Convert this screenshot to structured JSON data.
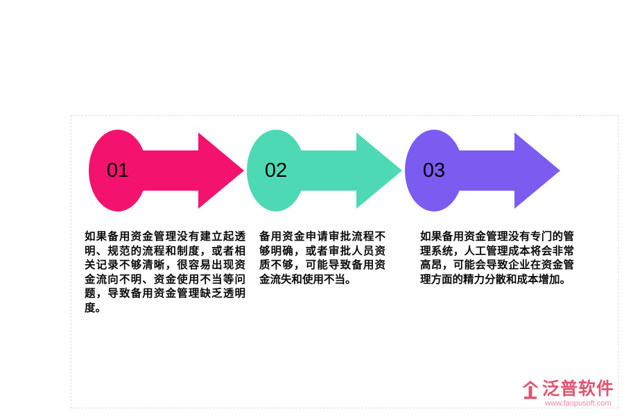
{
  "steps": [
    {
      "number": "01",
      "color": "#f3136f",
      "text": "如果备用资金管理没有建立起透明、规范的流程和制度，或者相关记录不够清晰，很容易出现资金流向不明、资金使用不当等问题，导致备用资金管理缺乏透明度。"
    },
    {
      "number": "02",
      "color": "#4ed9b5",
      "text": "备用资金申请审批流程不够明确，或者审批人员资质不够，可能导致备用资金流失和使用不当。"
    },
    {
      "number": "03",
      "color": "#7c5bf0",
      "text": "如果备用资金管理没有专门的管理系统，人工管理成本将会非常高昂，可能会导致企业在资金管理方面的精力分散和成本增加。"
    }
  ],
  "logo": {
    "name": "泛普软件",
    "url": "www.fanpusoft.com",
    "color": "#e2546f"
  }
}
